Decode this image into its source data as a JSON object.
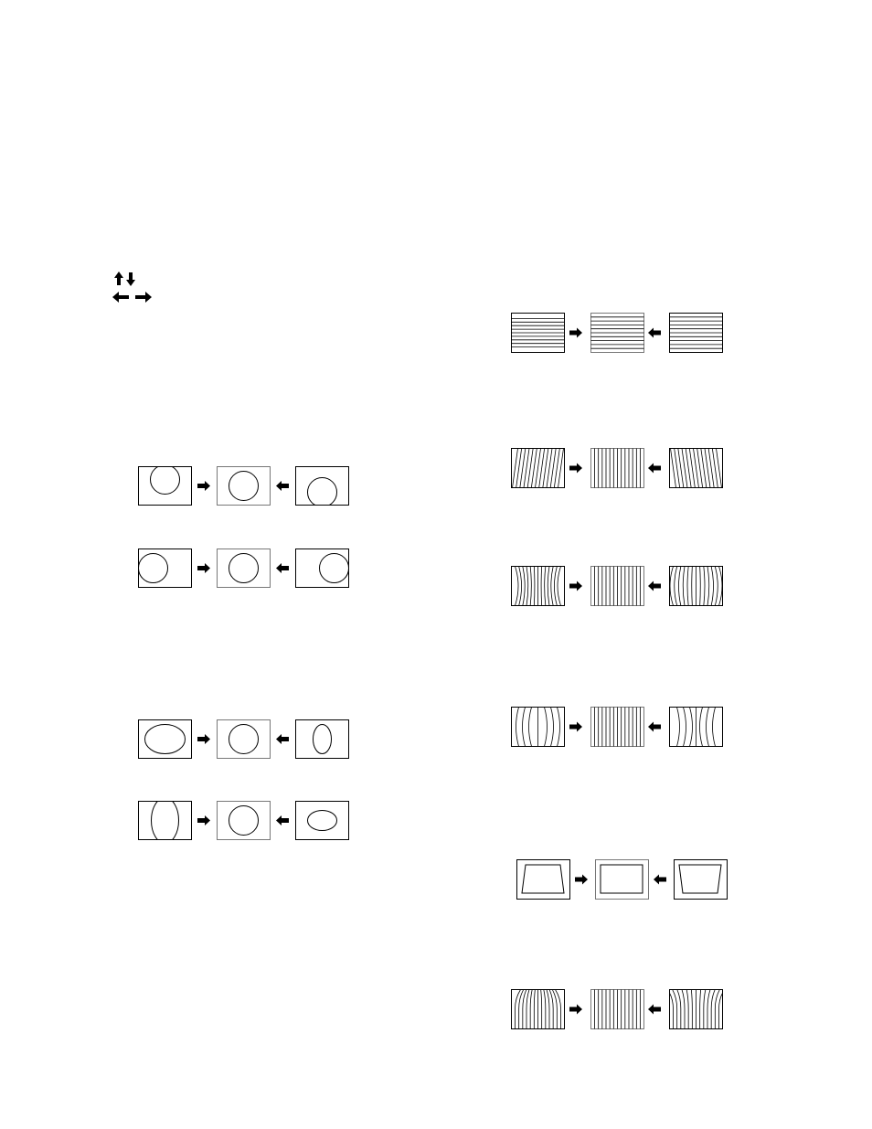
{
  "page": {
    "background": "#ffffff",
    "stroke_color": "#000000",
    "frame_gray": "#777777"
  },
  "legend": {
    "icons": [
      "up-down-arrows-icon",
      "left-right-arrows-icon"
    ]
  },
  "left_column": {
    "center_groups": [
      {
        "name": "vertical-center",
        "left": "circle-high",
        "right": "circle-low"
      },
      {
        "name": "horizontal-center",
        "left": "circle-left",
        "right": "circle-right"
      }
    ],
    "size_groups": [
      {
        "name": "horizontal-size",
        "left": "ellipse-wide",
        "right": "ellipse-narrow"
      },
      {
        "name": "vertical-size",
        "left": "ellipse-tall",
        "right": "ellipse-short"
      }
    ]
  },
  "right_column": {
    "groups": [
      {
        "name": "horizontal-lines-adjust",
        "pattern": "horizontal-lines"
      },
      {
        "name": "rotation-adjust",
        "pattern": "slanted-lines"
      },
      {
        "name": "pincushion-adjust",
        "pattern": "curved-lines-out"
      },
      {
        "name": "pin-balance-adjust",
        "pattern": "curved-lines-balance"
      },
      {
        "name": "trapezoid-adjust",
        "pattern": "trapezoid"
      },
      {
        "name": "corner-adjust",
        "pattern": "corner-lines"
      }
    ]
  }
}
